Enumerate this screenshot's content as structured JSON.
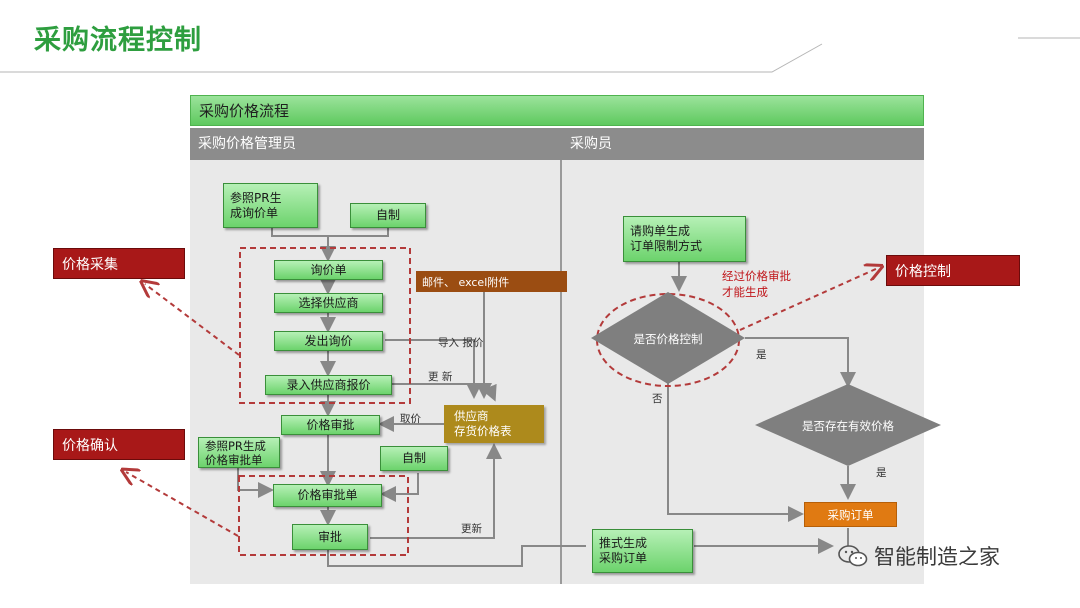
{
  "page": {
    "title": "采购流程控制",
    "watermark": "智能制造之家"
  },
  "diagram": {
    "header": "采购价格流程",
    "lanes": {
      "left": "采购价格管理员",
      "right": "采购员"
    },
    "boxes": {
      "ref_pr_inquiry": "参照PR生\n成询价单",
      "self_make_1": "自制",
      "inquiry_sheet": "询价单",
      "select_supplier": "选择供应商",
      "send_inquiry": "发出询价",
      "enter_quote": "录入供应商报价",
      "price_review": "价格审批",
      "ref_pr_approval": "参照PR生成\n价格审批单",
      "self_make_2": "自制",
      "approval_sheet": "价格审批单",
      "approve": "审批",
      "requisition": "请购单生成\n订单限制方式",
      "push_po": "推式生成\n采购订单"
    },
    "tags": {
      "price_collect": "价格采集",
      "price_confirm": "价格确认",
      "price_control": "价格控制",
      "mail": "邮件、 excel附件"
    },
    "store": "供应商\n存货价格表",
    "purchase_order": "采购订单",
    "decisions": {
      "price_control": "是否价格控制",
      "valid_price": "是否存在有效价格"
    },
    "labels": {
      "import_quote": "导入 报价",
      "update_1": "更 新",
      "fetch_price": "取价",
      "update_2": "更新",
      "yes_1": "是",
      "no_1": "否",
      "yes_2": "是",
      "note": "经过价格审批\n才能生成"
    },
    "colors": {
      "green_box": "#6cd36c",
      "red_tag": "#a81818",
      "brown_tag": "#9b4d12",
      "olive": "#ad8a1c",
      "orange": "#e07a12",
      "decision": "#7f7f7f",
      "title": "#2e9e3f"
    }
  }
}
